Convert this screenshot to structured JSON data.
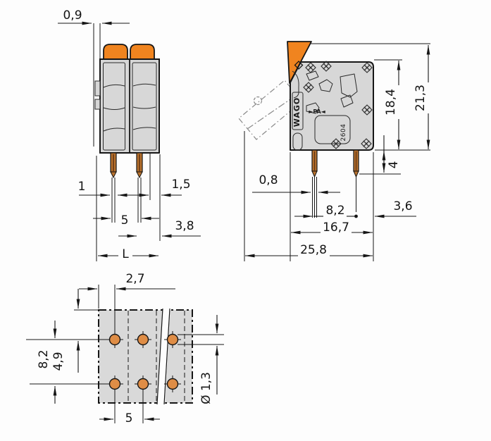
{
  "meta": {
    "drawing_type": "dimensional technical drawing, PCB terminal block",
    "views": [
      "front-view",
      "side-view",
      "footprint-view"
    ]
  },
  "markings": {
    "brand": "WAGO",
    "material": "►PA◄",
    "series": "2604"
  },
  "dims": {
    "front": {
      "d09": "0,9",
      "d1": "1",
      "d15": "1,5",
      "d5": "5",
      "d38": "3,8",
      "dL": "L"
    },
    "side": {
      "d08": "0,8",
      "d82": "8,2",
      "d36": "3,6",
      "d167": "16,7",
      "d258": "25,8",
      "d184": "18,4",
      "d213": "21,3",
      "d4": "4"
    },
    "footprint": {
      "d27": "2,7",
      "d82": "8,2",
      "d49": "4,9",
      "d5": "5",
      "d13": "Ø 1,3"
    }
  },
  "colors": {
    "accent_orange": "#f0841f",
    "body_gray": "#d7d7d7",
    "footprint_gray": "#d9d9d9",
    "pin_copper": "#b9722d",
    "hole_orange": "#df8d46",
    "line": "#161616"
  }
}
